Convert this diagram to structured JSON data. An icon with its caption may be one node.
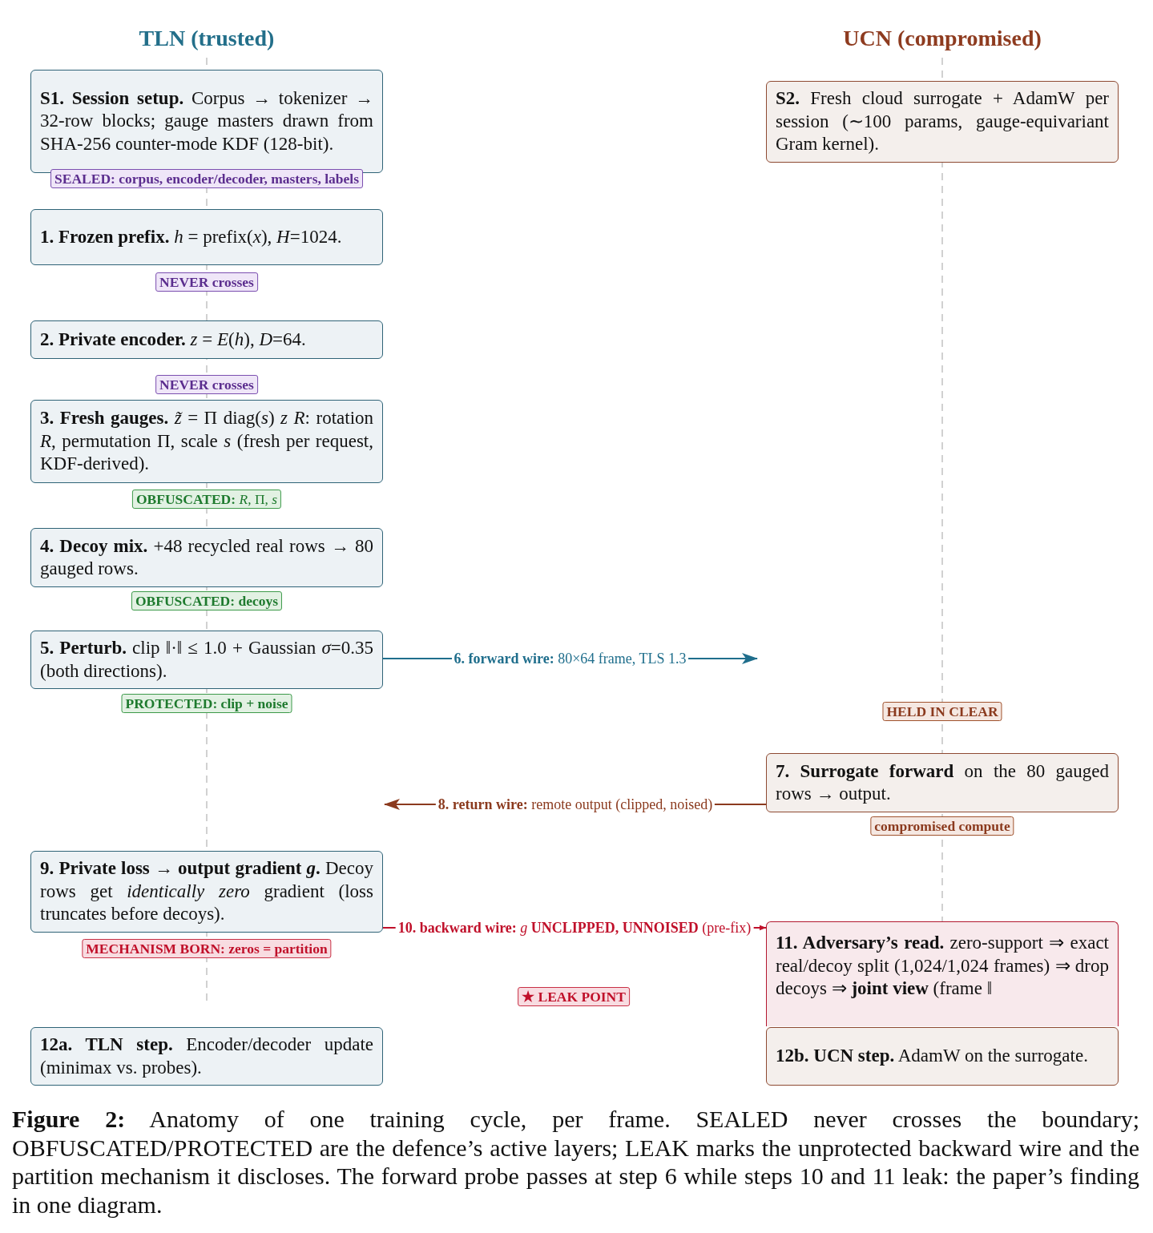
{
  "diagram": {
    "caption": "**Figure 2:** Anatomy of one training cycle, per frame. SEALED never crosses the boundary; OBFUSCATED/PROTECTED are the defence’s active layers; LEAK marks the unprotected backward wire and the partition mechanism it discloses. The forward probe passes at step 6 while steps 10 and 11 leak: the paper’s finding in one diagram.",
    "nodes": [
      {
        "text": [
          "**S1. Session setup.** Corpus → tokenizer → 32-row blocks; gauge masters drawn from SHA-256 counter-mode KDF (128-bit)."
        ]
      },
      {
        "text": [
          "**S2.** Fresh cloud surrogate + AdamW per session (∼100 params, gauge-equivariant Gram kernel)."
        ]
      },
      {
        "text": [
          "SEALED: corpus, encoder/decoder, masters, labels"
        ]
      },
      {
        "text": [
          "**1. Frozen prefix.** *h* = prefix(*x*), *H*=1024."
        ]
      },
      {
        "text": [
          "NEVER crosses"
        ]
      },
      {
        "text": [
          "**2. Private encoder.** *z* = *E*(*h*), *D*=64."
        ]
      },
      {
        "text": [
          "NEVER crosses"
        ]
      },
      {
        "text": [
          "**3. Fresh gauges.** *z̃* = Π diag(*s*) *z* *R*: rotation *R*, permutation Π, scale *s* (fresh per request, KDF-derived)."
        ]
      },
      {
        "text": [
          "**OBFUSCATED:** *R*, Π, *s*"
        ]
      },
      {
        "text": [
          "**4. Decoy mix.** +48 recycled real rows → 80 gauged rows."
        ]
      },
      {
        "text": [
          "OBFUSCATED: decoys"
        ]
      },
      {
        "text": [
          "**5. Perturb.** clip ‖·‖ ≤ 1.0 + Gaussian *σ*=0.35 (both directions)."
        ]
      },
      {
        "text": [
          "PROTECTED: clip + noise"
        ]
      },
      {
        "text": [
          "HELD IN CLEAR"
        ]
      },
      {
        "text": [
          "**7. Surrogate forward** on the 80 gauged rows → output."
        ]
      },
      {
        "text": [
          "compromised compute"
        ]
      },
      {
        "text": [
          "**9. Private loss → output gradient *g*.** Decoy rows get *identically zero* gradient (loss truncates before decoys)."
        ]
      },
      {
        "text": [
          "MECHANISM BORN: zeros = partition"
        ]
      },
      {
        "text": [
          "**11. Adversary’s read.** zero-support ⇒ exact real/decoy split (1,024/1,024 frames) ⇒ drop decoys ⇒ **joint view** (frame ‖"
        ]
      },
      {
        "text": [
          "★ LEAK POINT"
        ]
      },
      {
        "text": [
          "**12a. TLN step.** Encoder/decoder update (minimax vs. probes)."
        ]
      },
      {
        "text": [
          "**12b. UCN step.** AdamW on the surrogate."
        ]
      }
    ],
    "edges": [
      {
        "from": 11,
        "to": null,
        "arrow": "to",
        "label": "**6. forward wire:** 80×64 frame, TLS 1.3",
        "color": "#1f6e8c"
      },
      {
        "from": 14,
        "to": null,
        "arrow": "to",
        "label": "**8. return wire:** remote output (clipped, noised)",
        "color": "#8b3a1e"
      },
      {
        "from": 16,
        "to": 18,
        "arrow": "to",
        "label": "**10. backward wire:** *g* **UNCLIPPED, UNNOISED** (pre-fix)",
        "color": "#c0102a"
      }
    ],
    "labels": [
      "TLN (trusted)",
      "UCN (compromised)"
    ]
  }
}
